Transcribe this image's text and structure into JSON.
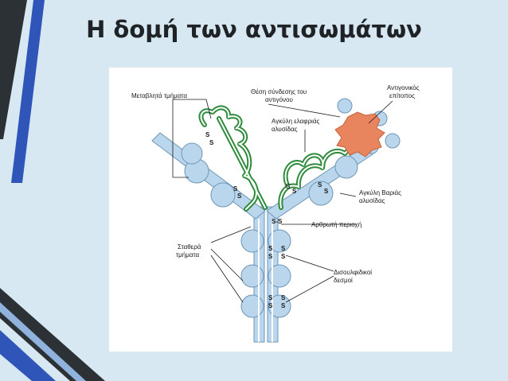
{
  "title": "Η δομή των αντισωμάτων",
  "labels": {
    "variable_regions": "Μεταβλητά τμήματα",
    "binding_site_line1": "Θέση σύνδεσης του",
    "binding_site_line2": "αντιγόνου",
    "epitope_line1": "Αντιγονικός",
    "epitope_line2": "επίτοπος",
    "light_chain_line1": "Αγκύλη ελαφριάς",
    "light_chain_line2": "αλυσίδας",
    "heavy_chain_line1": "Αγκύλη Βαριάς",
    "heavy_chain_line2": "αλυσίδας",
    "hinge_region": "Αρθρωτή περιοχή",
    "constant_regions_line1": "Σταθερά",
    "constant_regions_line2": "τμήματα",
    "disulfide_line1": "Δισουλφιδικοί",
    "disulfide_line2": "δεσμοί",
    "hinge_ss": "S-S",
    "s": "S"
  },
  "colors": {
    "background": "#d7e8f3",
    "heavy_chain": "#b9d6ec",
    "light_chain": "#2e8b3c",
    "antigen": "#e8845e",
    "stripe_blue": "#2f55b8",
    "stripe_dark": "#2c3136"
  }
}
